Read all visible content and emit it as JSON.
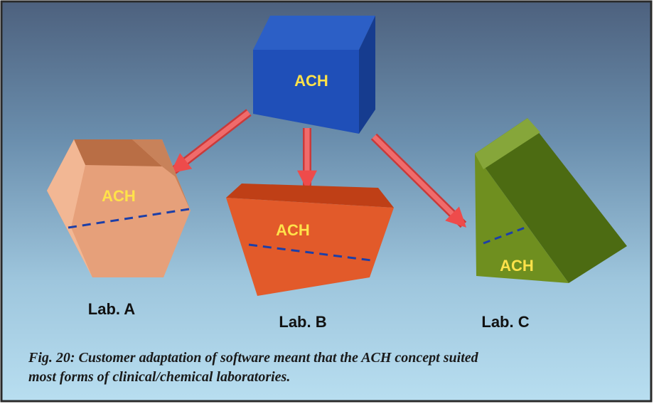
{
  "diagram": {
    "source_box": {
      "label": "ACH"
    },
    "lab_a": {
      "shape_label": "ACH",
      "caption": "Lab. A"
    },
    "lab_b": {
      "shape_label": "ACH",
      "caption": "Lab. B"
    },
    "lab_c": {
      "shape_label": "ACH",
      "caption": "Lab. C"
    }
  },
  "figure_caption": {
    "line1": "Fig. 20: Customer adaptation of software meant that the ACH concept suited",
    "line2": "most forms of clinical/chemical laboratories."
  },
  "colors": {
    "label_yellow": "#ffe24a",
    "arrow_red": "#ee4b4b",
    "dashed_blue": "#1d3fa8",
    "box_blue": "#1f4fb8",
    "hexagon_peach": "#e6a07a",
    "trapezoid_orange": "#e25a2a",
    "prism_olive": "#6f8f1f"
  }
}
